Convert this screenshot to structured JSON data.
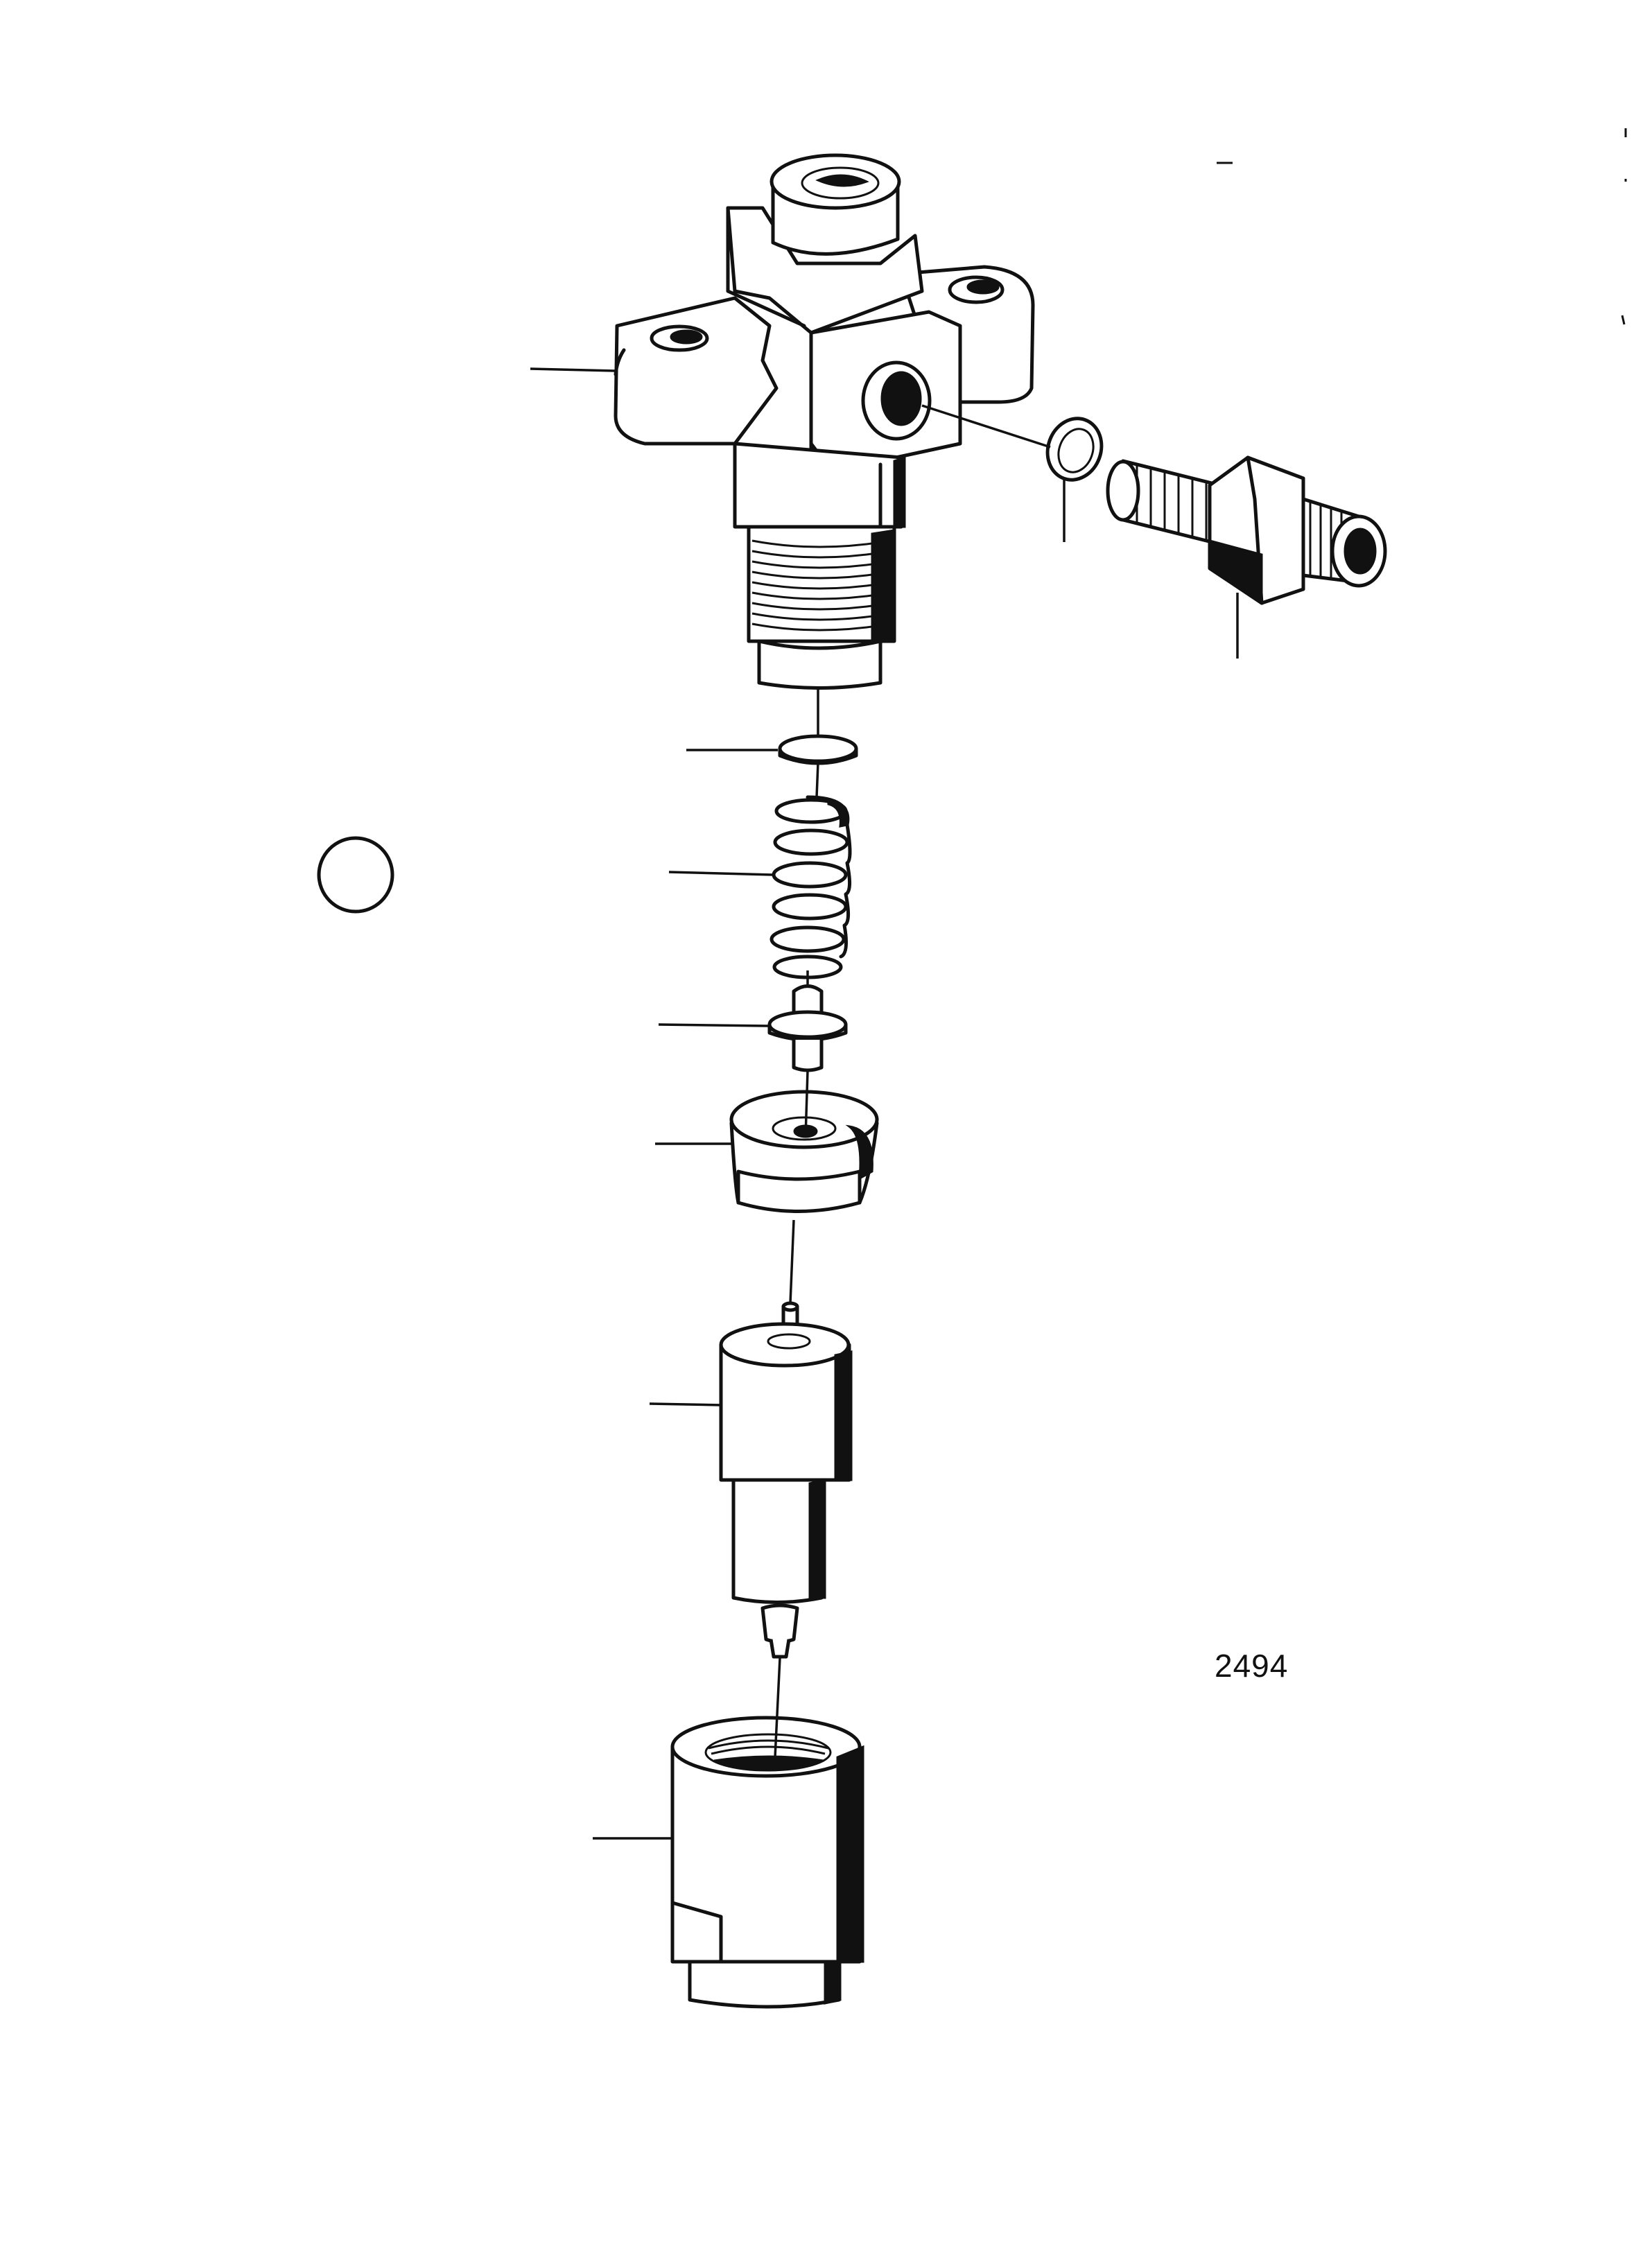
{
  "figure": {
    "number": "2494"
  },
  "parts": [
    {
      "id": "injector-holder-body"
    },
    {
      "id": "sealing-washer"
    },
    {
      "id": "banjo-connector-screw"
    },
    {
      "id": "shim"
    },
    {
      "id": "pressure-spring"
    },
    {
      "id": "spring-seat-spindle"
    },
    {
      "id": "intermediate-piece"
    },
    {
      "id": "nozzle"
    },
    {
      "id": "nozzle-cap-nut"
    }
  ],
  "symbols": [
    {
      "id": "reference-circle"
    }
  ]
}
